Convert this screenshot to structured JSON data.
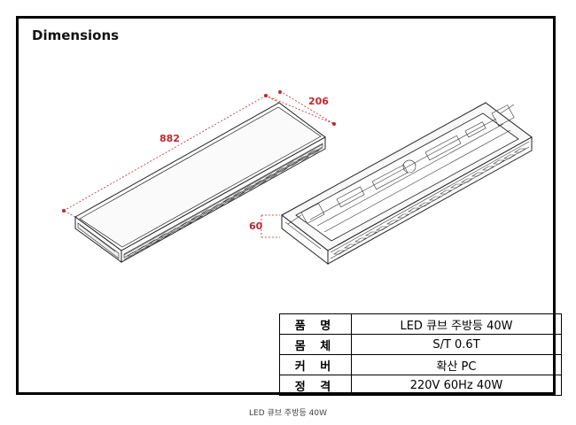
{
  "title": "Dimensions",
  "dimensions": {
    "length": "882",
    "width": "206",
    "height": "60"
  },
  "spec_table": [
    {
      "label": "품 명",
      "value": "LED 큐브 주방등 40W"
    },
    {
      "label": "몸 체",
      "value": "S/T 0.6T"
    },
    {
      "label": "커 버",
      "value": "확산 PC"
    },
    {
      "label": "정 격",
      "value": "220V 60Hz 40W"
    }
  ],
  "caption": "LED 큐브 주방등 40W",
  "colors": {
    "dimension": "#c0272d",
    "line": "#222222",
    "frame": "#000000"
  }
}
